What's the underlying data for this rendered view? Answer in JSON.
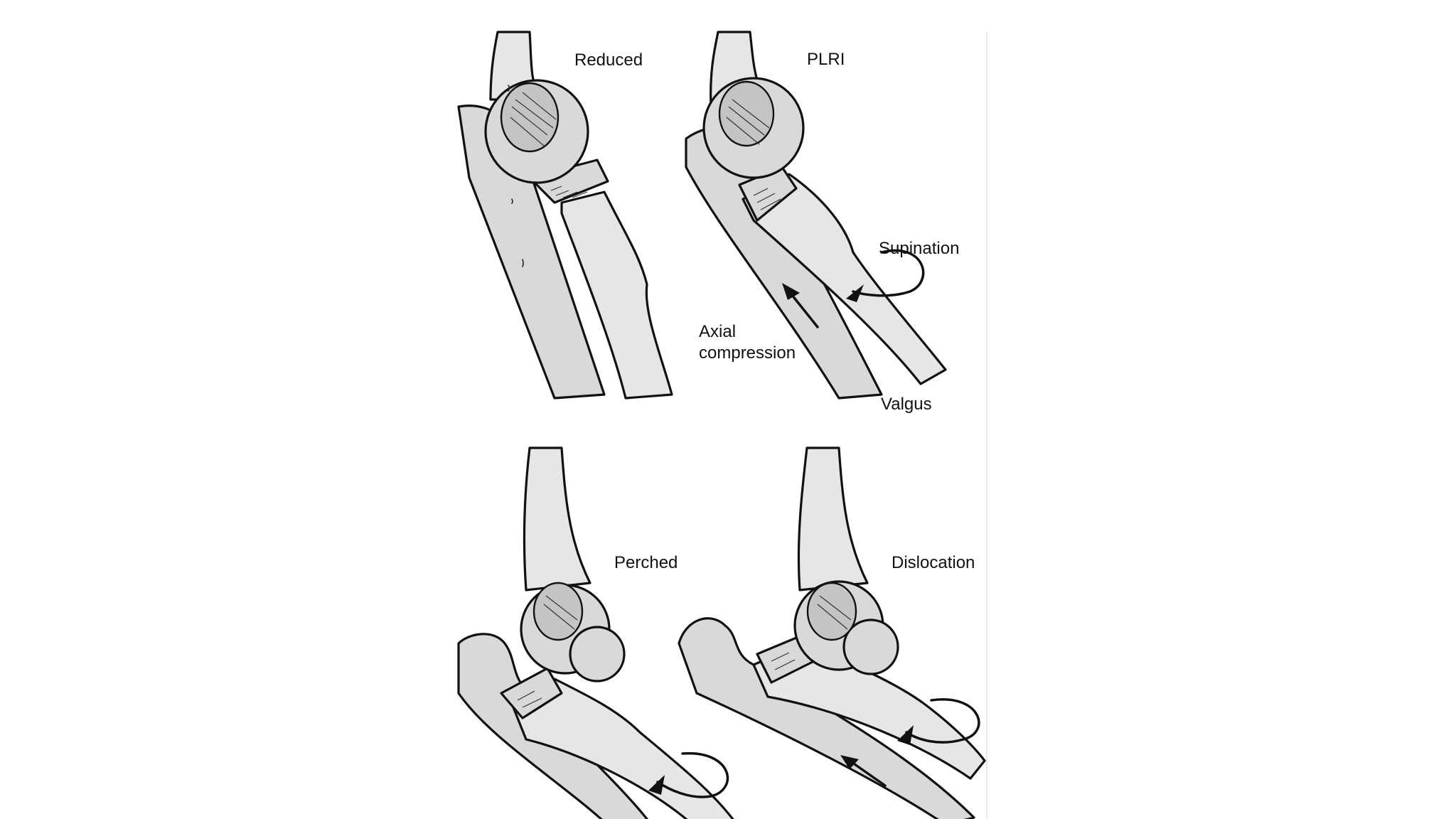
{
  "figure": {
    "panels": [
      {
        "id": "reduced",
        "label": "Reduced"
      },
      {
        "id": "plri",
        "label": "PLRI",
        "annotations": [
          "Supination",
          "Axial\ncompression",
          "Valgus"
        ]
      },
      {
        "id": "perched",
        "label": "Perched"
      },
      {
        "id": "dislocation",
        "label": "Dislocation"
      }
    ]
  },
  "labels": {
    "reduced": "Reduced",
    "plri": "PLRI",
    "supination": "Supination",
    "axial_line1": "Axial",
    "axial_line2": "compression",
    "valgus": "Valgus",
    "perched": "Perched",
    "dislocation": "Dislocation"
  },
  "colors": {
    "bone_fill": "#d9d9d9",
    "outline": "#111111",
    "background": "#ffffff"
  }
}
